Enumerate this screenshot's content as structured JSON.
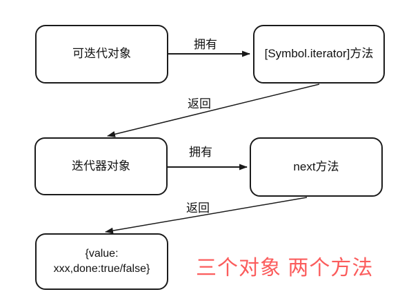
{
  "diagram": {
    "title": "iterator-flow-diagram",
    "nodes": [
      {
        "id": "iterable",
        "label": "可迭代对象"
      },
      {
        "id": "symbol-iterator",
        "label": "[Symbol.iterator]方法"
      },
      {
        "id": "iterator",
        "label": "迭代器对象"
      },
      {
        "id": "next-method",
        "label": "next方法"
      },
      {
        "id": "result",
        "label": "{value: xxx,done:true/false}"
      }
    ],
    "edges": [
      {
        "from": "iterable",
        "to": "symbol-iterator",
        "label": "拥有"
      },
      {
        "from": "symbol-iterator",
        "to": "iterator",
        "label": "返回"
      },
      {
        "from": "iterator",
        "to": "next-method",
        "label": "拥有"
      },
      {
        "from": "next-method",
        "to": "result",
        "label": "返回"
      }
    ],
    "annotation": {
      "text": "三个对象 两个方法",
      "color": "#fb5c5c"
    }
  },
  "colors": {
    "background": "#ffffff",
    "node_border": "#1a1a1a",
    "edge_stroke": "#1a1a1a",
    "text": "#111111",
    "annotation": "#fb5c5c"
  }
}
